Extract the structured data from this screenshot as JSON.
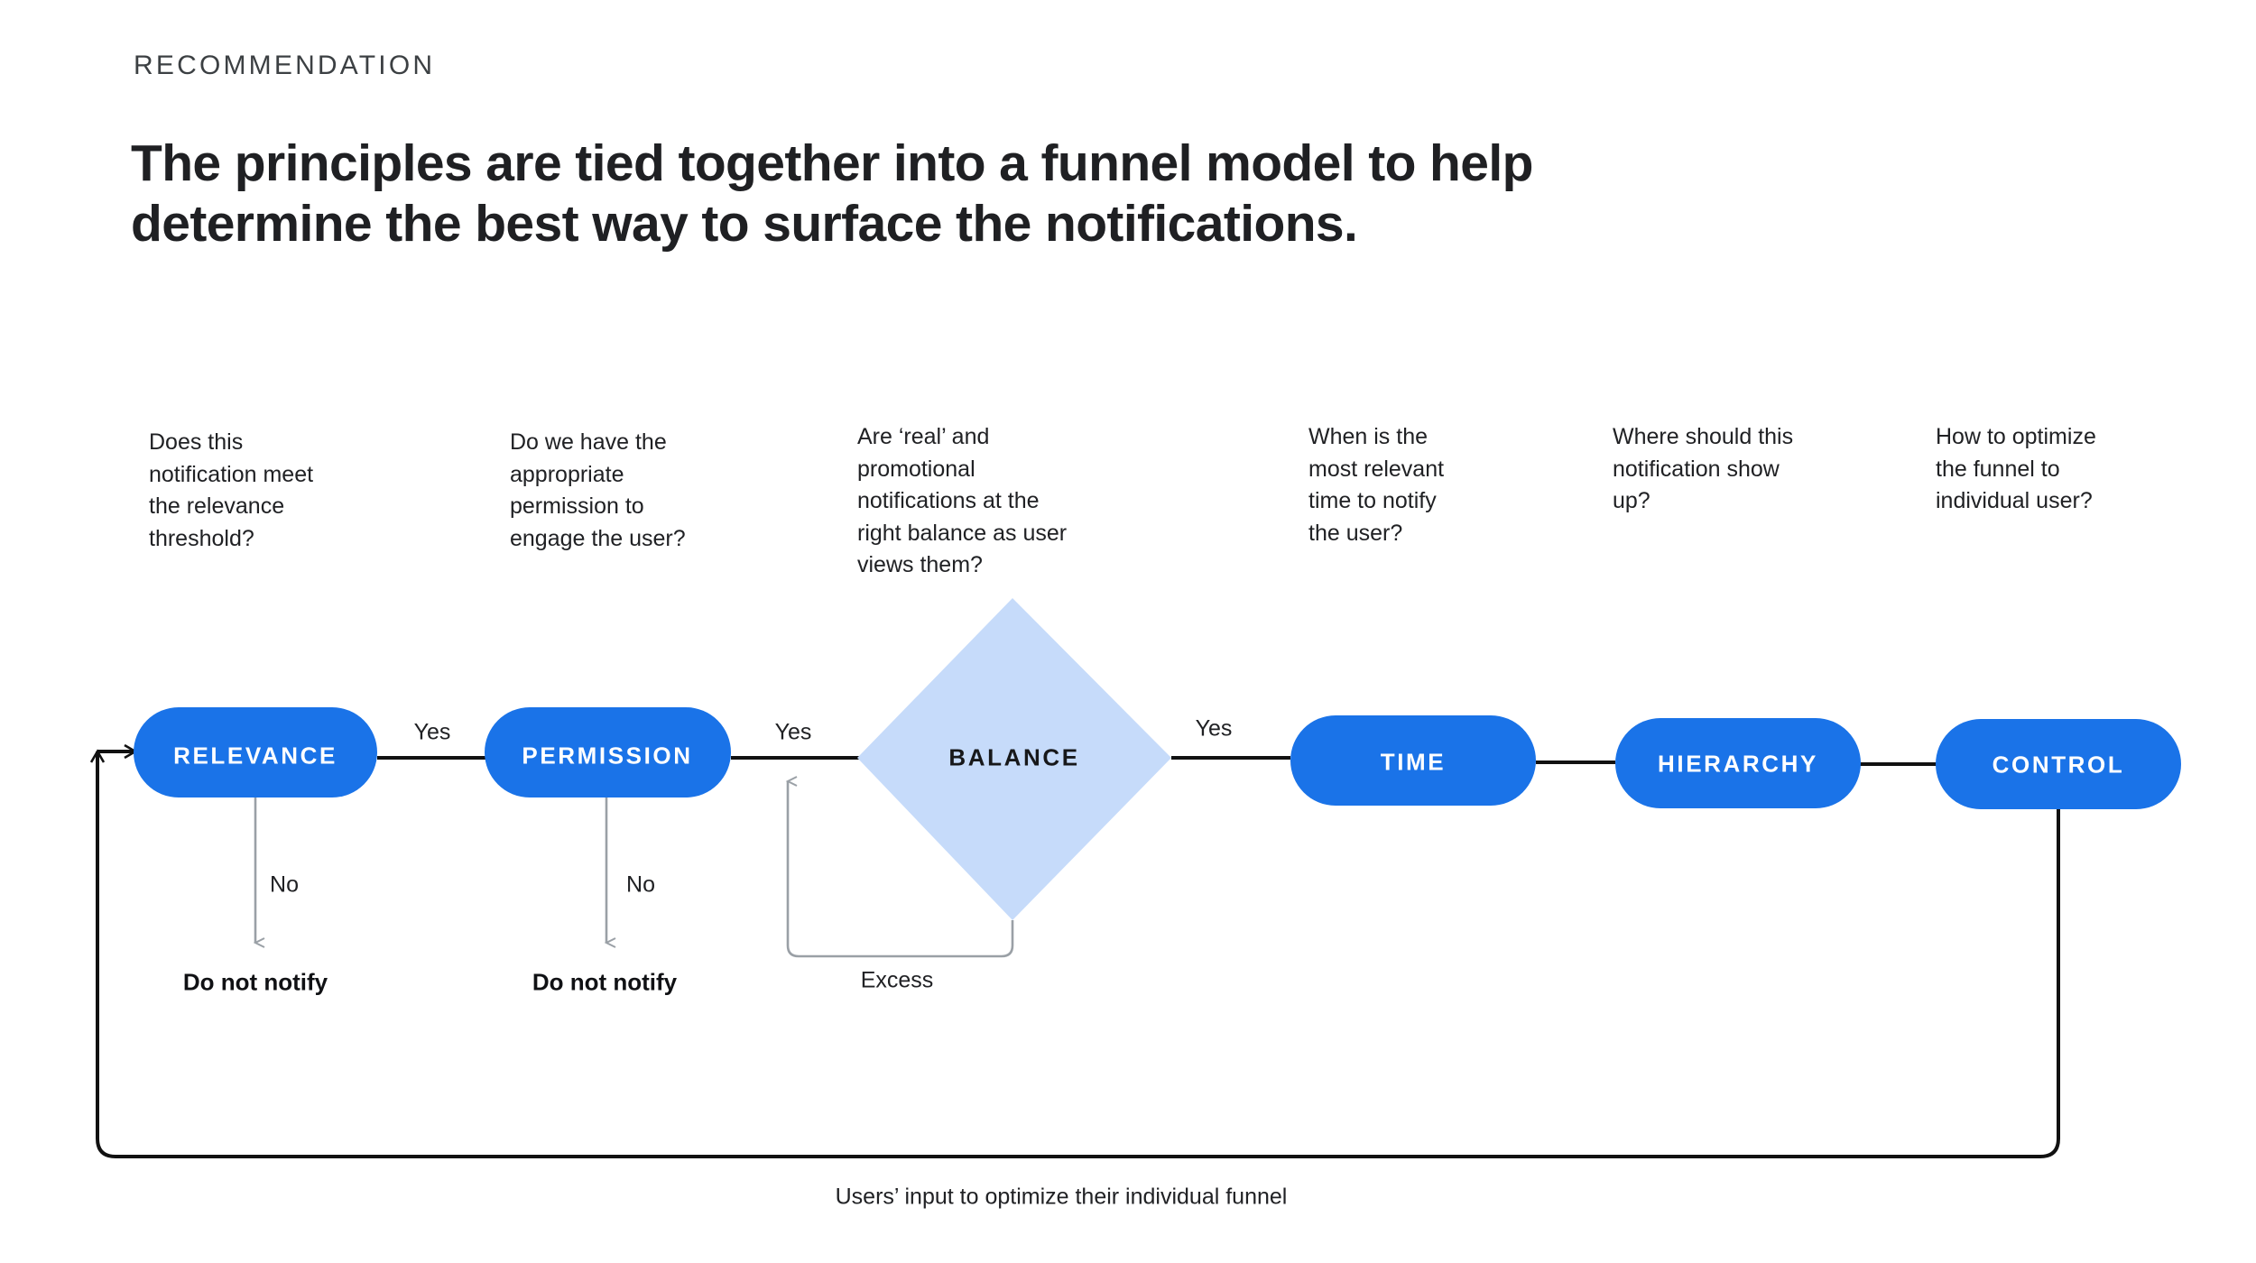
{
  "header": {
    "eyebrow": "RECOMMENDATION",
    "headline_line1": "The principles are tied together into a funnel model to help",
    "headline_line2": "determine the best way to surface the notifications."
  },
  "colors": {
    "node_blue": "#1a73e8",
    "diamond_blue": "#c6dbfa",
    "connector_black": "#111111",
    "connector_gray": "#9aa0a6",
    "text_dark": "#202124",
    "background": "#ffffff"
  },
  "questions": [
    {
      "id": "relevance",
      "lines": [
        "Does this",
        "notification meet",
        "the relevance",
        "threshold?"
      ]
    },
    {
      "id": "permission",
      "lines": [
        "Do we have the",
        "appropriate",
        "permission to",
        "engage the user?"
      ]
    },
    {
      "id": "balance",
      "lines": [
        "Are ‘real’ and",
        "promotional",
        "notifications at the",
        "right balance as user",
        "views them?"
      ]
    },
    {
      "id": "time",
      "lines": [
        "When is the",
        "most relevant",
        "time to notify",
        "the user?"
      ]
    },
    {
      "id": "hierarchy",
      "lines": [
        "Where should this",
        "notification show",
        "up?"
      ]
    },
    {
      "id": "control",
      "lines": [
        "How to optimize",
        "the funnel to",
        "individual user?"
      ]
    }
  ],
  "nodes": [
    {
      "id": "relevance",
      "label": "RELEVANCE",
      "shape": "pill"
    },
    {
      "id": "permission",
      "label": "PERMISSION",
      "shape": "pill"
    },
    {
      "id": "balance",
      "label": "BALANCE",
      "shape": "diamond"
    },
    {
      "id": "time",
      "label": "TIME",
      "shape": "pill"
    },
    {
      "id": "hierarchy",
      "label": "HIERARCHY",
      "shape": "pill"
    },
    {
      "id": "control",
      "label": "CONTROL",
      "shape": "pill"
    }
  ],
  "edge_labels": {
    "yes_relevance_permission": "Yes",
    "yes_permission_balance": "Yes",
    "yes_balance_time": "Yes",
    "no_relevance": "No",
    "no_permission": "No",
    "excess": "Excess"
  },
  "terminals": {
    "relevance_no": "Do not notify",
    "permission_no": "Do not notify"
  },
  "loop": {
    "caption": "Users’ input to optimize their individual funnel"
  }
}
